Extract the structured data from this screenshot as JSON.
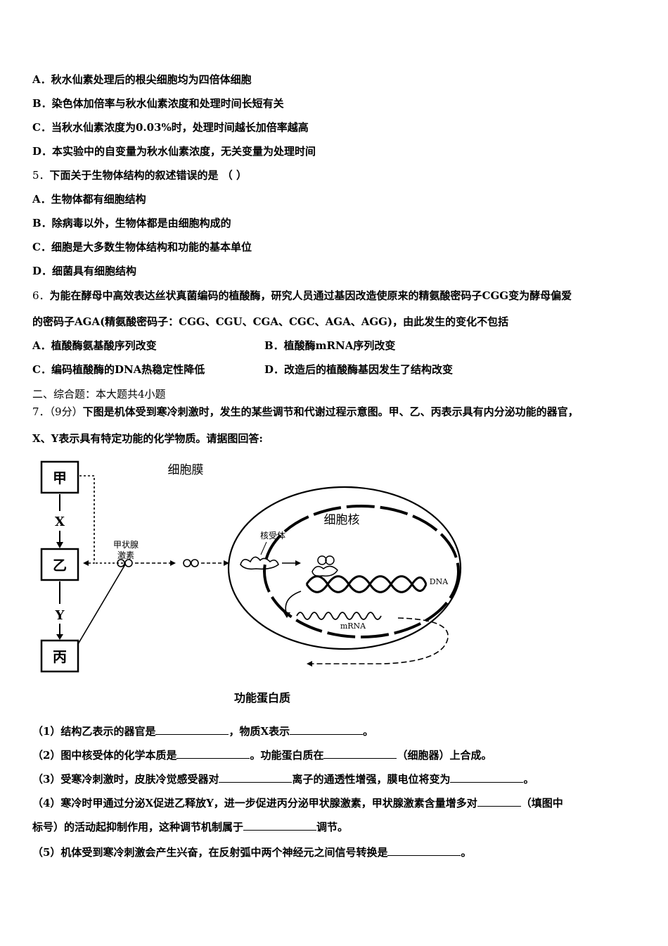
{
  "q4_options": {
    "A": "A．秋水仙素处理后的根尖细胞均为四倍体细胞",
    "B": "B．染色体加倍率与秋水仙素浓度和处理时间长短有关",
    "C": "C．当秋水仙素浓度为0.03%时，处理时间越长加倍率越高",
    "D": "D．本实验中的自变量为秋水仙素浓度，无关变量为处理时间"
  },
  "q5": {
    "number": "5．",
    "stem": "下面关于生物体结构的叙述错误的是 （  ）",
    "A": "A．生物体都有细胞结构",
    "B": "B．除病毒以外，生物体都是由细胞构成的",
    "C": "C．细胞是大多数生物体结构和功能的基本单位",
    "D": "D．细菌具有细胞结构"
  },
  "q6": {
    "number": "6．",
    "stem_line1": "为能在酵母中高效表达丝状真菌编码的植酸酶，研究人员通过基因改造使原来的精氨酸密码子CGG变为酵母偏爱",
    "stem_line2": "的密码子AGA(精氨酸密码子：CGG、CGU、CGA、CGC、AGA、AGG)，由此发生的变化不包括",
    "A": "A．植酸酶氨基酸序列改变",
    "B": "B．植酸酶mRNA序列改变",
    "C": "C．编码植酸酶的DNA热稳定性降低",
    "D": "D．改造后的植酸酶基因发生了结构改变"
  },
  "section2": {
    "title": "二、综合题：本大题共4小题"
  },
  "q7": {
    "number": "7．",
    "score": "（9分）",
    "stem_line1": "下图是机体受到寒冷刺激时，发生的某些调节和代谢过程示意图。甲、乙、丙表示具有内分泌功能的器官，",
    "stem_line2": "X、Y表示具有特定功能的化学物质。请据图回答:",
    "diagram": {
      "box_jia": "甲",
      "box_yi": "乙",
      "box_bing": "丙",
      "label_x": "X",
      "label_y": "Y",
      "label_cell_membrane": "细胞膜",
      "label_nucleus": "细胞核",
      "label_thyroid_hormone_1": "甲状腺",
      "label_thyroid_hormone_2": "激素",
      "label_nuclear_receptor": "核受体",
      "label_dna": "DNA",
      "label_mrna": "mRNA",
      "label_functional_protein": "功能蛋白质"
    },
    "sub1_a": "（1）结构乙表示的器官是",
    "sub1_b": "，物质X表示",
    "sub1_c": "。",
    "sub2_a": "（2）图中核受体的化学本质是",
    "sub2_b": "。功能蛋白质在",
    "sub2_c": "（细胞器）上合成。",
    "sub3_a": "（3）受寒冷刺激时，皮肤冷觉感受器对",
    "sub3_b": "离子的通透性增强，膜电位将变为",
    "sub3_c": "。",
    "sub4_a": "（4）寒冷时甲通过分泌X促进乙释放Y，进一步促进丙分泌甲状腺激素，甲状腺激素含量增多对",
    "sub4_b": "（填图中",
    "sub4_c": "标号）的活动起抑制作用，这种调节机制属于",
    "sub4_d": "调节。",
    "sub5_a": "（5）机体受到寒冷刺激会产生兴奋，在反射弧中两个神经元之间信号转换是",
    "sub5_b": "。"
  }
}
